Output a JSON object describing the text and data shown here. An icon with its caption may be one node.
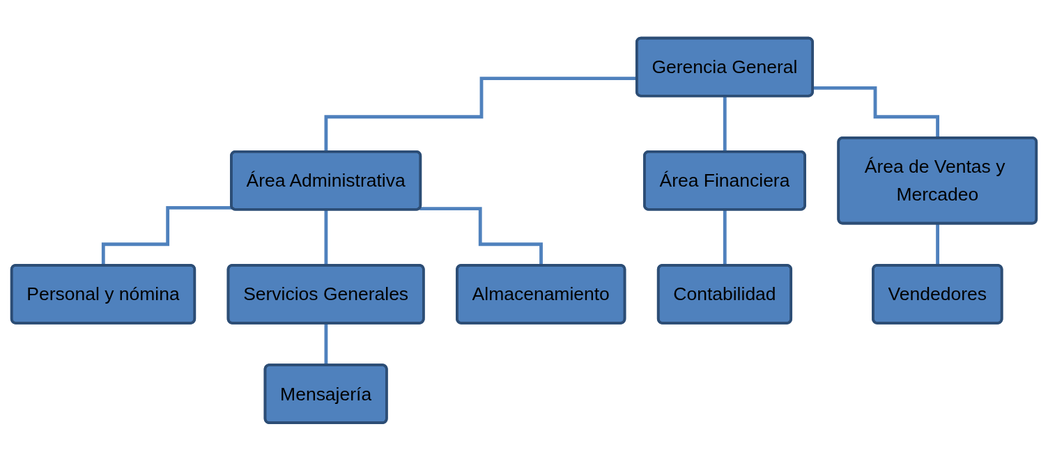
{
  "diagram": {
    "nodes": [
      {
        "text": [
          "Gerencia General"
        ]
      },
      {
        "text": [
          "Área Administrativa"
        ]
      },
      {
        "text": [
          "Área Financiera"
        ]
      },
      {
        "text": [
          "Área de Ventas y Mercadeo"
        ]
      },
      {
        "text": [
          "Personal y nómina"
        ]
      },
      {
        "text": [
          "Servicios Generales"
        ]
      },
      {
        "text": [
          "Almacenamiento"
        ]
      },
      {
        "text": [
          "Mensajería"
        ]
      },
      {
        "text": [
          "Contabilidad"
        ]
      },
      {
        "text": [
          "Vendedores"
        ]
      }
    ],
    "edges": [
      {
        "from": 0,
        "to": 1,
        "arrow": "none"
      },
      {
        "from": 0,
        "to": 2,
        "arrow": "none"
      },
      {
        "from": 0,
        "to": 3,
        "arrow": "none"
      },
      {
        "from": 1,
        "to": 4,
        "arrow": "none"
      },
      {
        "from": 1,
        "to": 5,
        "arrow": "none"
      },
      {
        "from": 1,
        "to": 6,
        "arrow": "none"
      },
      {
        "from": 5,
        "to": 7,
        "arrow": "none"
      },
      {
        "from": 2,
        "to": 8,
        "arrow": "none"
      },
      {
        "from": 3,
        "to": 9,
        "arrow": "none"
      }
    ]
  }
}
